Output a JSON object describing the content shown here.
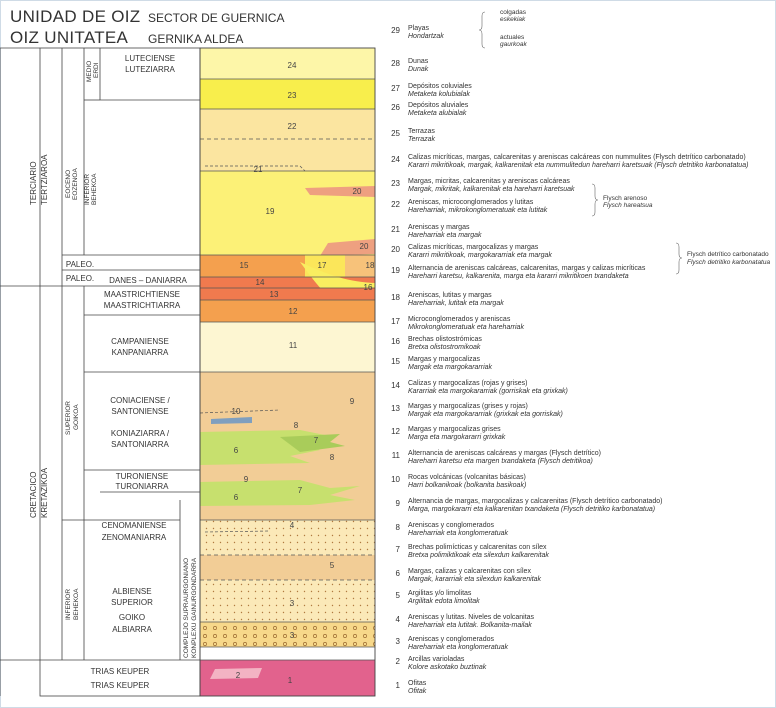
{
  "header": {
    "unit_es": "UNIDAD DE OIZ",
    "sector_es": "SECTOR DE GUERNICA",
    "unit_eu": "OIZ UNITATEA",
    "sector_eu": "GERNIKA ALDEA"
  },
  "column": {
    "eras": [
      "TERCIARIO",
      "TERTZIAROA",
      "CRETACICO",
      "KRETAZIKOA"
    ],
    "epochs": [
      "MEDIO",
      "ERDI",
      "EOCENO",
      "EOZENOA",
      "INFERIOR",
      "BEHEKOA",
      "SUPERIOR",
      "GOIKOA",
      "INFERIOR",
      "BEHEKOA"
    ],
    "complex": [
      "COMPLEJO SUPRAURGONIANO",
      "KONPLEXU GAINURGONDARRA"
    ],
    "stages": {
      "luteciense": [
        "LUTECIENSE",
        "LUTEZIARRA"
      ],
      "paleo1": "PALEO.",
      "paleo2": "PALEO.",
      "danes": "DANES – DANIARRA",
      "maastrichtiense": [
        "MAASTRICHTIENSE",
        "MAASTRICHTIARRA"
      ],
      "campaniense": [
        "CAMPANIENSE",
        "KANPANIARRA"
      ],
      "coniaciense": [
        "CONIACIENSE /",
        "SANTONIENSE"
      ],
      "koniaziarra": [
        "KONIAZIARRA /",
        "SANTONIARRA"
      ],
      "turoniense": [
        "TURONIENSE",
        "TURONIARRA"
      ],
      "cenomaniense": [
        "CENOMANIENSE",
        "ZENOMANIARRA"
      ],
      "albiense": [
        "ALBIENSE",
        "SUPERIOR",
        "GOIKO",
        "ALBIARRA"
      ],
      "trias": [
        "TRIAS KEUPER",
        "TRIAS KEUPER"
      ]
    },
    "unit_numbers": [
      "24",
      "23",
      "22",
      "21",
      "20",
      "19",
      "20",
      "17",
      "18",
      "15",
      "14",
      "16",
      "13",
      "12",
      "11",
      "9",
      "10",
      "8",
      "7",
      "6",
      "8",
      "9",
      "7",
      "6",
      "4",
      "5",
      "3",
      "3",
      "2",
      "1"
    ]
  },
  "legend": [
    {
      "n": "29",
      "es": "Playas",
      "eu": "Hondartzak"
    },
    {
      "n": "28",
      "es": "Dunas",
      "eu": "Dunak"
    },
    {
      "n": "27",
      "es": "Depósitos coluviales",
      "eu": "Metaketa kolubialak"
    },
    {
      "n": "26",
      "es": "Depósitos aluviales",
      "eu": "Metaketa alubialak"
    },
    {
      "n": "25",
      "es": "Terrazas",
      "eu": "Terrazak"
    },
    {
      "n": "24",
      "es": "Calizas micríticas, margas, calcarenitas y areniscas calcáreas con nummulites (Flysch detrítico carbonatado)",
      "eu": "Kararri mikritikoak, margak, kalkarenitak eta nummulitedun hareharri karetsuak (Flysch detritiko karbonatatua)"
    },
    {
      "n": "23",
      "es": "Margas, micritas, calcarenitas y areniscas calcáreas",
      "eu": "Margak, mikritak, kalkarenitak eta hareharri karetsuak"
    },
    {
      "n": "22",
      "es": "Areniscas, microconglomerados y lutitas",
      "eu": "Hareharriak, mikrokonglomeratuak eta lutitak"
    },
    {
      "n": "21",
      "es": "Areniscas y margas",
      "eu": "Hareharriak eta margak"
    },
    {
      "n": "20",
      "es": "Calizas micríticas, margocalizas y margas",
      "eu": "Kararri mikritikoak, margokararriak eta margak"
    },
    {
      "n": "19",
      "es": "Alternancia de areniscas calcáreas, calcarenitas, margas y calizas micríticas",
      "eu": "Hareharri karetsu, kalkarenita, marga eta kararri mikritikoen txandaketa"
    },
    {
      "n": "18",
      "es": "Areniscas, lutitas y margas",
      "eu": "Hareharriak, lutitak eta margak"
    },
    {
      "n": "17",
      "es": "Microconglomerados y areniscas",
      "eu": "Mikrokonglomeratuak eta hareharriak"
    },
    {
      "n": "16",
      "es": "Brechas olistostrómicas",
      "eu": "Bretxa olistostromikoak"
    },
    {
      "n": "15",
      "es": "Margas y margocalizas",
      "eu": "Margak eta margokararriak"
    },
    {
      "n": "14",
      "es": "Calizas y margocalizas (rojas y grises)",
      "eu": "Kararriak eta margokararriak (gorriskak eta grixkak)"
    },
    {
      "n": "13",
      "es": "Margas y margocalizas (grises y rojas)",
      "eu": "Margak eta margokararriak (grixkak eta gorriskak)"
    },
    {
      "n": "12",
      "es": "Margas y margocalizas grises",
      "eu": "Marga eta margokararri grixkak"
    },
    {
      "n": "11",
      "es": "Alternancia de areniscas calcáreas y margas (Flysch detrítico)",
      "eu": "Hareharri karetsu eta margen txandaketa (Flysch detritikoa)"
    },
    {
      "n": "10",
      "es": "Rocas volcánicas (volcanitas básicas)",
      "eu": "Harri bolkanikoak (bolkanita basikoak)"
    },
    {
      "n": "9",
      "es": "Alternancia de margas, margocalizas y calcarenitas (Flysch detrítico carbonatado)",
      "eu": "Marga, margokararri eta kalkarenitan txandaketa (Flysch detritiko karbonatatua)"
    },
    {
      "n": "8",
      "es": "Areniscas y conglomerados",
      "eu": "Hareharriak eta konglomeratuak"
    },
    {
      "n": "7",
      "es": "Brechas polimícticas y calcarenitas con sílex",
      "eu": "Bretxa polimiktikoak eta silexdun kalkarenitak"
    },
    {
      "n": "6",
      "es": "Margas, calizas y calcarenitas con sílex",
      "eu": "Margak, kararriak eta silexdun kalkarenitak"
    },
    {
      "n": "5",
      "es": "Argilitas y/o limolitas",
      "eu": "Argilitak edota limolitak"
    },
    {
      "n": "4",
      "es": "Areniscas y lutitas. Niveles de volcanitas",
      "eu": "Hareharriak eta lutitak. Bolkanita-mailak"
    },
    {
      "n": "3",
      "es": "Areniscas y conglomerados",
      "eu": "Hareharriak eta konglomeratuak"
    },
    {
      "n": "2",
      "es": "Arcillas varioladas",
      "eu": "Kolore askotako buztinak"
    },
    {
      "n": "1",
      "es": "Ofitas",
      "eu": "Ofitak"
    }
  ],
  "brackets": {
    "colgadas": [
      "colgadas",
      "eskekiak"
    ],
    "actuales": [
      "actuales",
      "gaurkoak"
    ],
    "flysch_arenoso": [
      "Flysch arenoso",
      "Flysch hareatsua"
    ],
    "flysch_detritico": [
      "Flysch detrítico carbonatado",
      "Flysch detritiko karbonatatua"
    ]
  },
  "colors": {
    "pale_yellow": "#fdf8b8",
    "yellow": "#fbf279",
    "bright_yellow": "#f8f04a",
    "peach": "#f3d19a",
    "tan": "#f2cd96",
    "orange": "#f4a04e",
    "orange_red": "#f07a4e",
    "salmon": "#eaa280",
    "green": "#c7e06e",
    "magenta": "#e2628d",
    "pink_light": "#f3b3c3",
    "cream": "#fdf6d4",
    "blue": "#7f9fbf"
  }
}
